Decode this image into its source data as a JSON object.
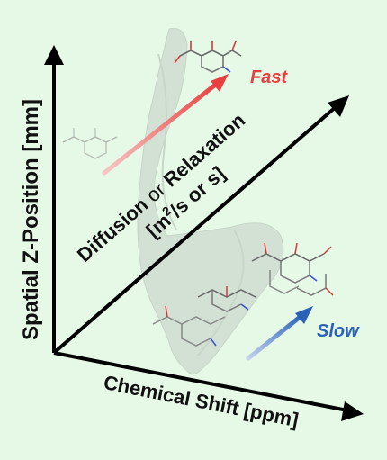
{
  "axes": {
    "y_label": "Spatial Z-Position [mm]",
    "x_label": "Chemical Shift [ppm]",
    "diagonal_line1_part1": "Diffusion",
    "diagonal_line1_part2": " or ",
    "diagonal_line1_part3": "Relaxation",
    "diagonal_line2_part1": "[m",
    "diagonal_line2_sup": "2",
    "diagonal_line2_part2": "/s or s]"
  },
  "indicators": {
    "fast_label": "Fast",
    "slow_label": "Slow"
  },
  "colors": {
    "background": "#e6f8e6",
    "axis": "#000000",
    "fast": "#e84040",
    "slow": "#2a62b8"
  }
}
